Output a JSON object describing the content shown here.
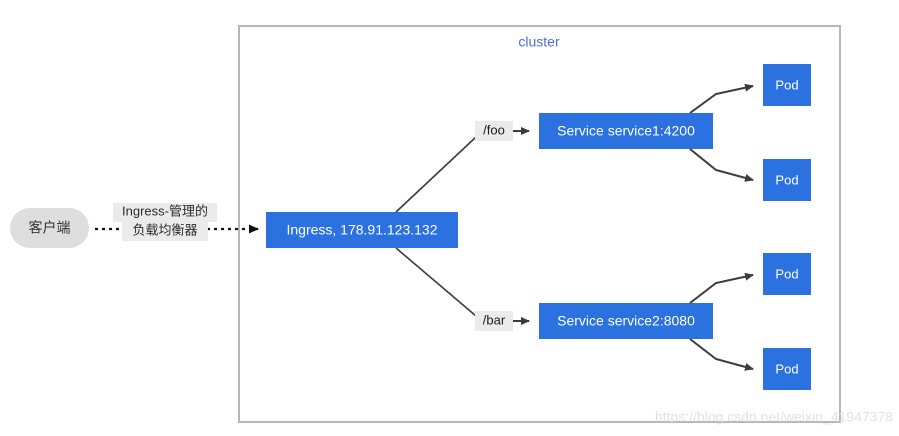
{
  "diagram": {
    "title": "Kubernetes Ingress routing diagram",
    "cluster": {
      "label": "cluster",
      "label_color": "#4a6ee0",
      "border_color": "#b6b6b6"
    },
    "client": {
      "label": "客户端",
      "fill": "#dededf",
      "text_color": "#333333"
    },
    "client_edge": {
      "label_line1": "Ingress-管理的",
      "label_line2": "负载均衡器",
      "style": "dotted",
      "color": "#111111"
    },
    "ingress": {
      "label": "Ingress, 178.91.123.132",
      "fill": "#2b71e0",
      "text_color": "#ffffff"
    },
    "path_labels": [
      {
        "label": "/foo"
      },
      {
        "label": "/bar"
      }
    ],
    "services": [
      {
        "label": "Service service1:4200",
        "fill": "#2b71e0",
        "text_color": "#ffffff",
        "path": "/foo"
      },
      {
        "label": "Service service2:8080",
        "fill": "#2b71e0",
        "text_color": "#ffffff",
        "path": "/bar"
      }
    ],
    "pods": [
      {
        "label": "Pod",
        "service": "service1:4200"
      },
      {
        "label": "Pod",
        "service": "service1:4200"
      },
      {
        "label": "Pod",
        "service": "service2:8080"
      },
      {
        "label": "Pod",
        "service": "service2:8080"
      }
    ],
    "watermark": "https://blog.csdn.net/weixin_41947378"
  }
}
